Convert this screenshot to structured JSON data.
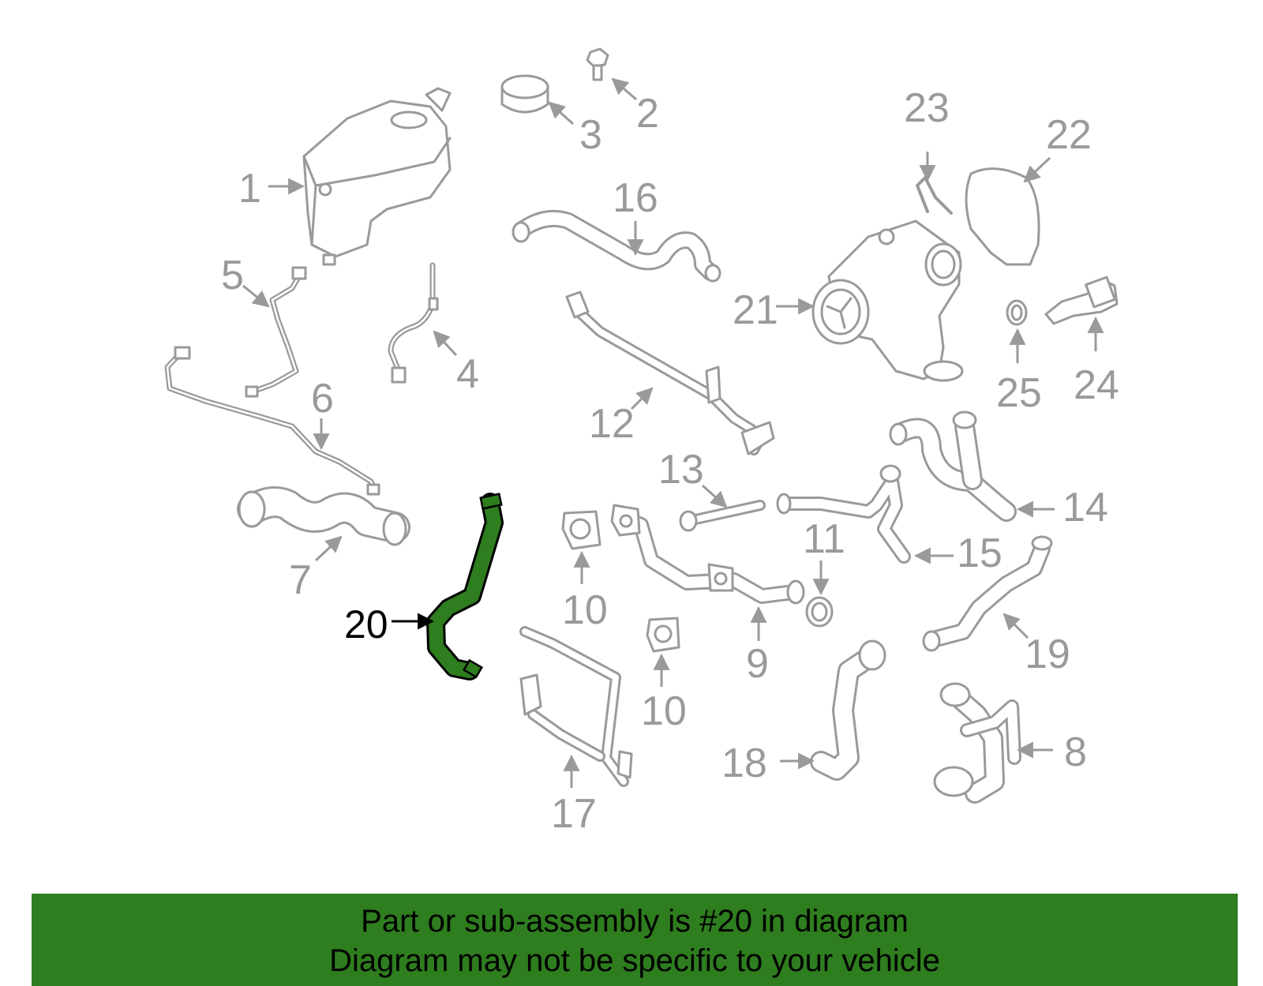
{
  "diagram": {
    "highlighted_part": "20",
    "colors": {
      "highlight": "#2e7d1e",
      "parts": "#9a9a9a",
      "banner": "#2e7d1e"
    },
    "callouts": {
      "c1": "1",
      "c2": "2",
      "c3": "3",
      "c4": "4",
      "c5": "5",
      "c6": "6",
      "c7": "7",
      "c8": "8",
      "c9": "9",
      "c10a": "10",
      "c10b": "10",
      "c11": "11",
      "c12": "12",
      "c13": "13",
      "c14": "14",
      "c15": "15",
      "c16": "16",
      "c17": "17",
      "c18": "18",
      "c19": "19",
      "c20": "20",
      "c21": "21",
      "c22": "22",
      "c23": "23",
      "c24": "24",
      "c25": "25"
    }
  },
  "banner": {
    "line1": "Part or sub-assembly is #20 in diagram",
    "line2": "Diagram may not be specific to your vehicle"
  }
}
